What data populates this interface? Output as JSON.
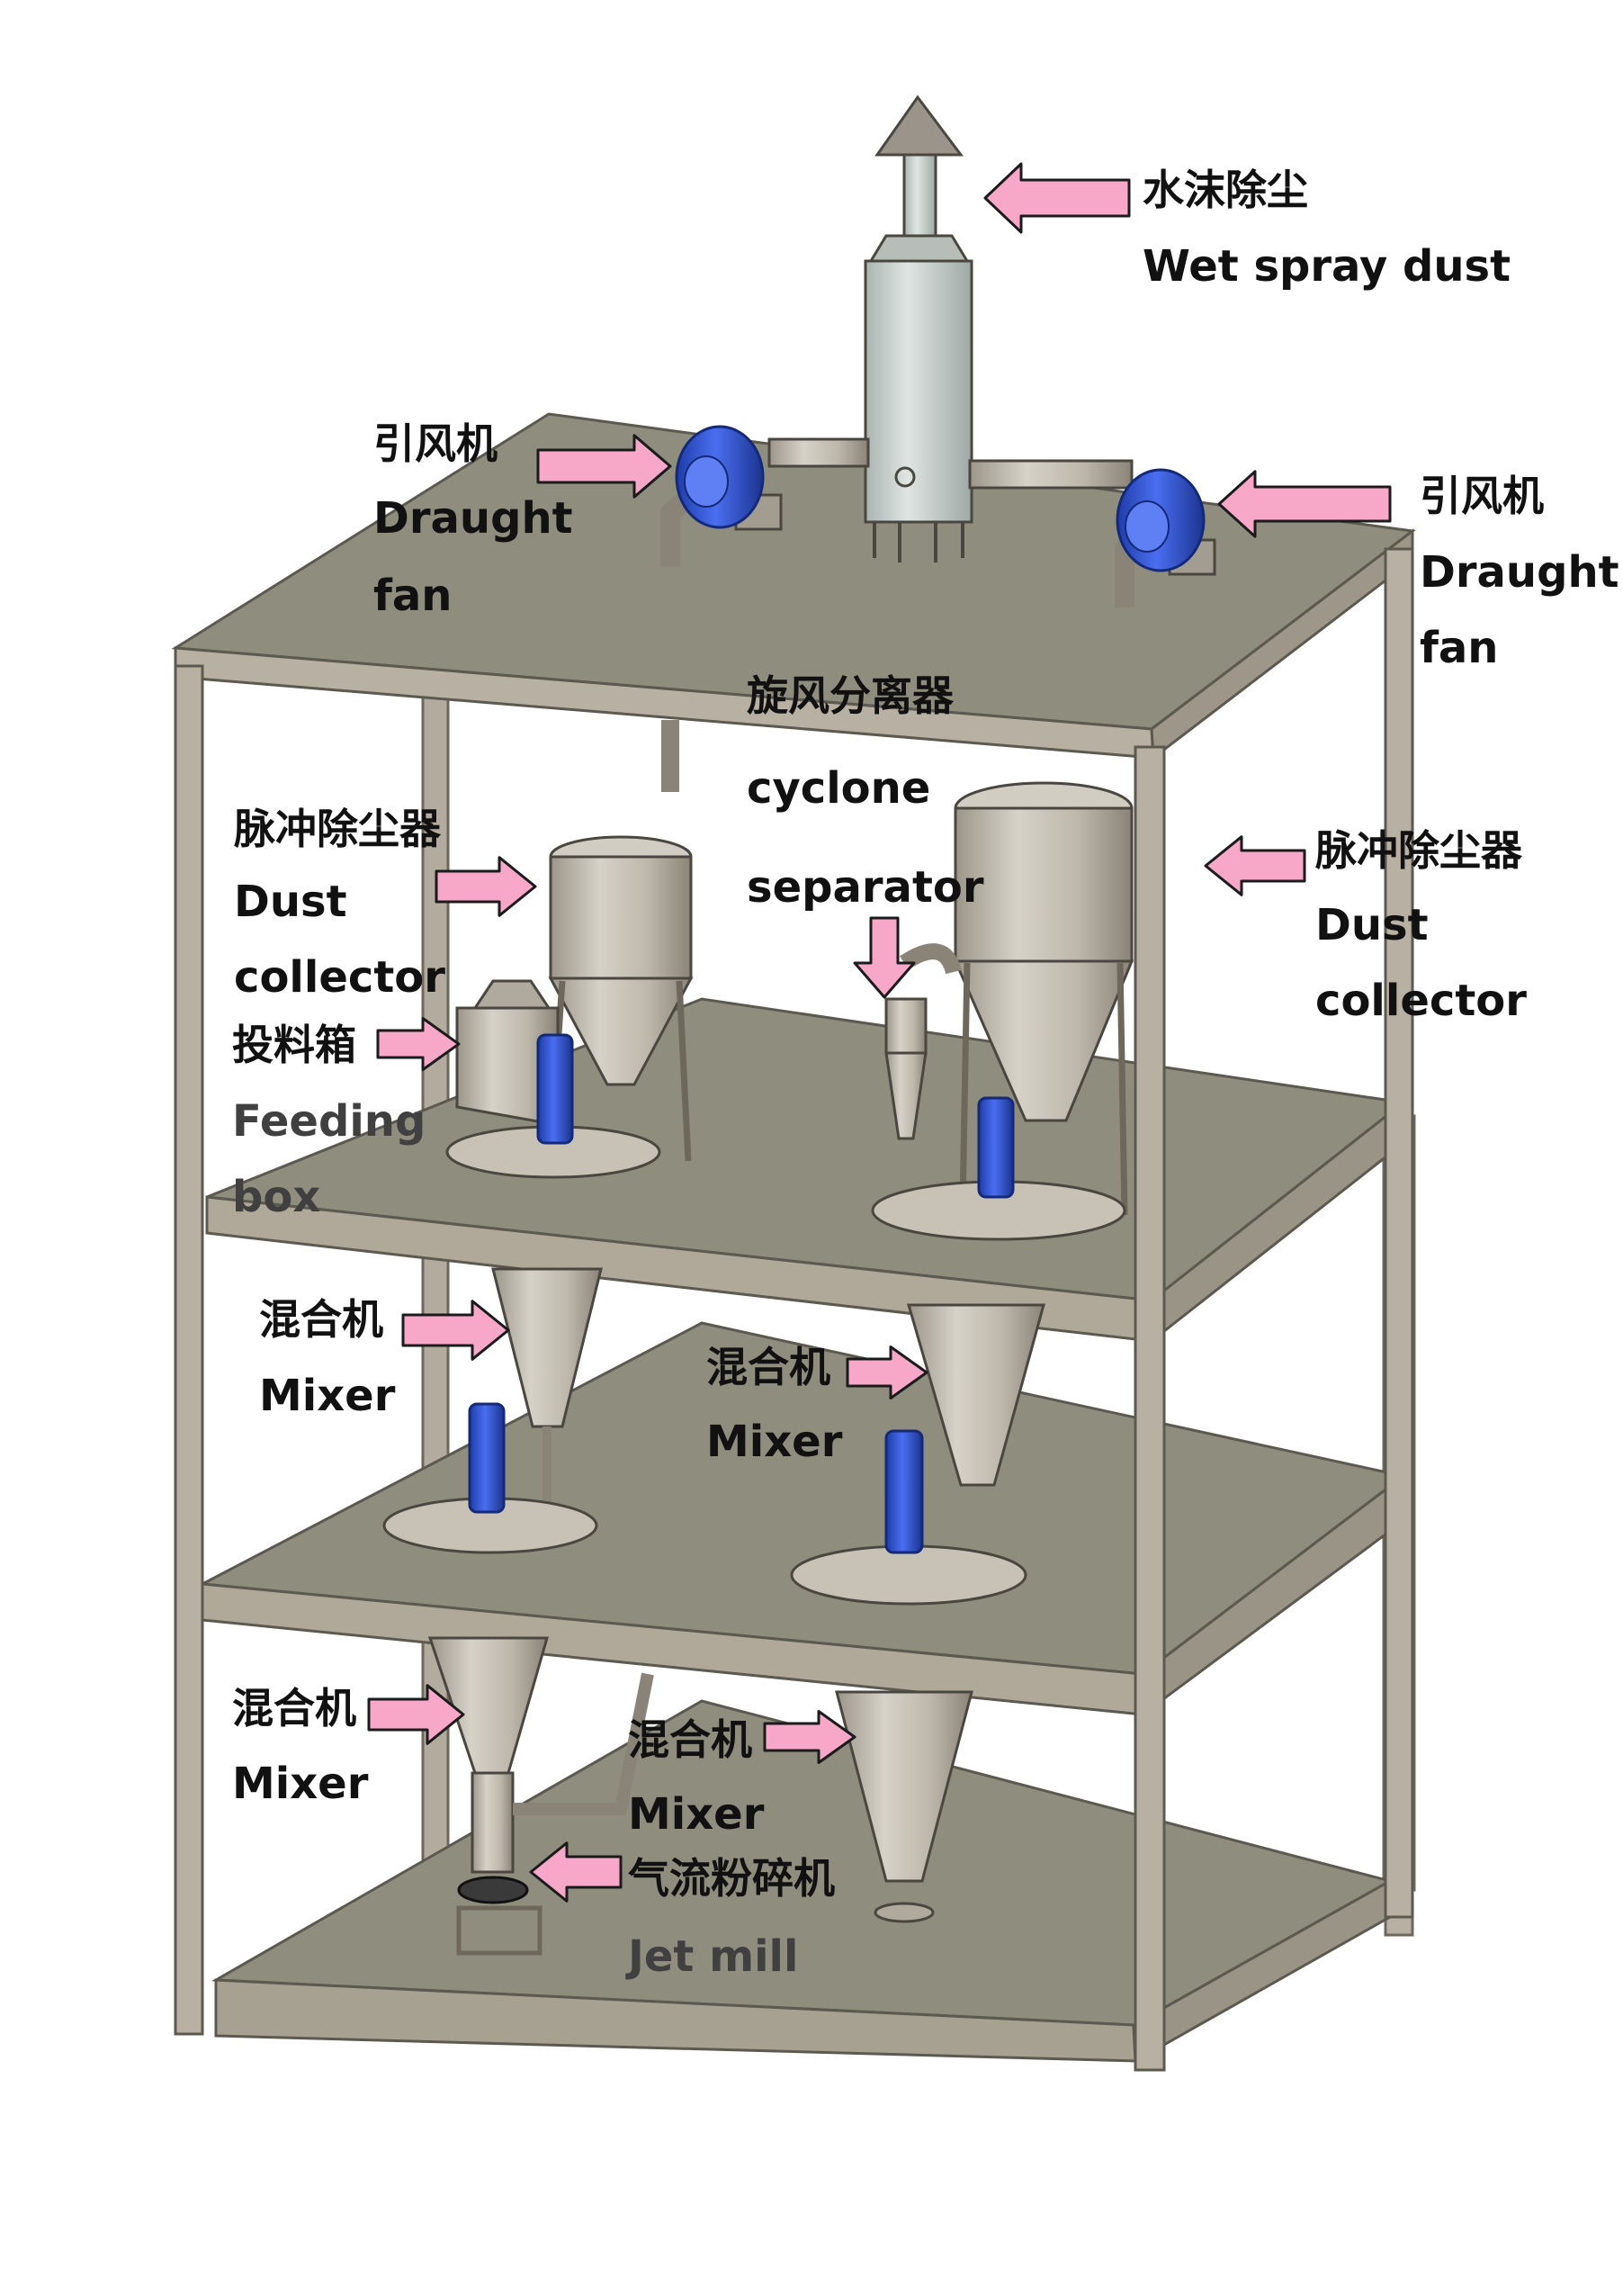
{
  "colors": {
    "background": "#ffffff",
    "frame": "#b8b0a2",
    "frame_shadow": "#948b7c",
    "floor": "#8e8d7e",
    "equipment_metal": "#c4bfb3",
    "equipment_dark": "#8f897d",
    "motor_blue": "#2f52d8",
    "arrow_fill": "#f7a8c9",
    "arrow_stroke": "#1b1b1b",
    "stack_body": "#c9d2cf"
  },
  "labels": {
    "wet_spray": {
      "cn": "水沫除尘",
      "en": "Wet spray dust"
    },
    "fan_left": {
      "cn": "引风机",
      "en1": "Draught",
      "en2": "fan"
    },
    "fan_right": {
      "cn": "引风机",
      "en1": "Draught",
      "en2": "fan"
    },
    "cyclone": {
      "cn": "旋风分离器",
      "en1": "cyclone",
      "en2": "separator"
    },
    "dust_left": {
      "cn": "脉冲除尘器",
      "en1": "Dust",
      "en2": "collector"
    },
    "dust_right": {
      "cn": "脉冲除尘器",
      "en1": "Dust",
      "en2": "collector"
    },
    "feeding": {
      "cn": "投料箱",
      "en1": "Feeding",
      "en2": "box"
    },
    "mixer_1": {
      "cn": "混合机",
      "en": "Mixer"
    },
    "mixer_2": {
      "cn": "混合机",
      "en": "Mixer"
    },
    "mixer_3": {
      "cn": "混合机",
      "en": "Mixer"
    },
    "mixer_4": {
      "cn": "混合机",
      "en": "Mixer"
    },
    "jetmill": {
      "cn": "气流粉碎机",
      "en": "Jet mill"
    }
  }
}
